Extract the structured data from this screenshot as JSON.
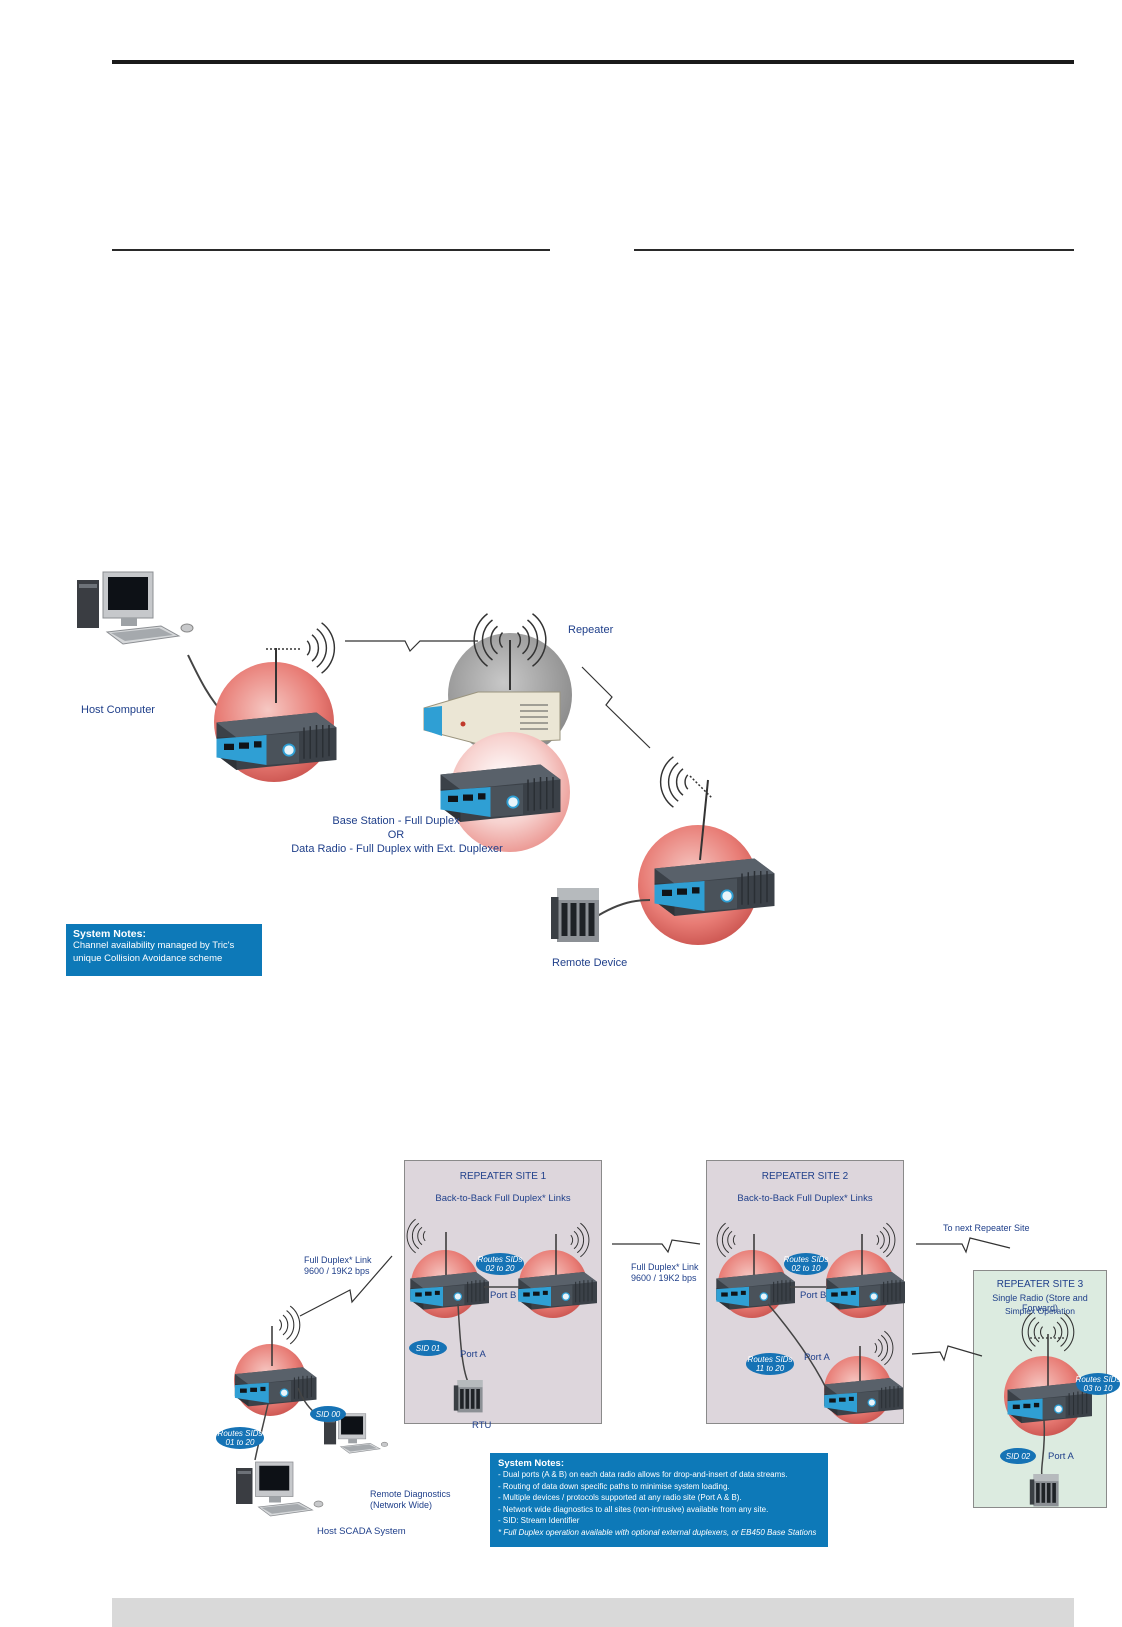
{
  "diagram1": {
    "labels": {
      "host_computer": "Host Computer",
      "repeater": "Repeater",
      "base_line1": "Base Station - Full Duplex",
      "base_line2": "OR",
      "base_line3": "Data Radio - Full Duplex with Ext. Duplexer",
      "remote_device": "Remote Device"
    },
    "notes": {
      "title": "System Notes:",
      "lines": [
        "Channel availability managed by Tric's",
        "unique Collision Avoidance scheme"
      ]
    }
  },
  "diagram2": {
    "sites": {
      "site1": {
        "title": "REPEATER SITE 1",
        "subtitle": "Back-to-Back Full Duplex* Links"
      },
      "site2": {
        "title": "REPEATER SITE 2",
        "subtitle": "Back-to-Back Full Duplex* Links"
      },
      "site3": {
        "title": "REPEATER SITE 3",
        "subtitle": "Single Radio (Store and Forward)",
        "subtitle2": "Simplex Operation"
      }
    },
    "labels": {
      "link_left_1": "Full Duplex* Link",
      "link_left_2": "9600 / 19K2 bps",
      "link_mid_1": "Full Duplex* Link",
      "link_mid_2": "9600 / 19K2 bps",
      "next_site": "To next Repeater Site",
      "port_b_1": "Port B",
      "port_a_1": "Port A",
      "rtu": "RTU",
      "port_b_2": "Port B",
      "port_a_2": "Port A",
      "port_a_3": "Port A",
      "remote_diag_1": "Remote Diagnostics",
      "remote_diag_2": "(Network Wide)",
      "host_scada": "Host SCADA System"
    },
    "pills": {
      "routes_02_20": [
        "Routes SIDs",
        "02 to 20"
      ],
      "sid_01": "SID 01",
      "routes_02_10": [
        "Routes SIDs",
        "02 to 10"
      ],
      "routes_11_20": [
        "Routes SIDs",
        "11 to 20"
      ],
      "routes_03_10": [
        "Routes SIDs",
        "03 to 10"
      ],
      "sid_02": "SID 02",
      "sid_00": "SID 00",
      "routes_01_20": [
        "Routes SIDs",
        "01 to 20"
      ]
    },
    "notes": {
      "title": "System Notes:",
      "lines": [
        "- Dual ports (A & B) on each data radio allows for drop-and-insert of data streams.",
        "- Routing of data down specific paths to minimise system loading.",
        "- Multiple devices / protocols supported at any radio site (Port A & B).",
        "- Network wide diagnostics to all sites (non-intrusive) available from any site.",
        "- SID: Stream Identifier",
        "* Full Duplex operation available with optional external duplexers, or EB450 Base Stations"
      ]
    }
  },
  "colors": {
    "accent_blue": "#0d79b8",
    "label_blue": "#1f3f8a",
    "site_bg": "#ddd6dc",
    "site3_bg": "#dcebe0",
    "radio_halo": "#e0746f"
  }
}
